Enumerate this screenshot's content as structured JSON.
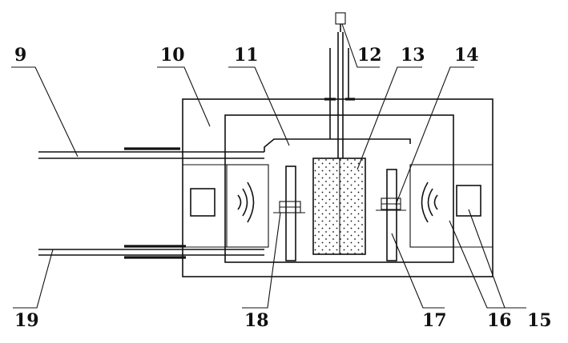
{
  "labels": {
    "l9": "9",
    "l10": "10",
    "l11": "11",
    "l12": "12",
    "l13": "13",
    "l14": "14",
    "l15": "15",
    "l16": "16",
    "l17": "17",
    "l18": "18",
    "l19": "19"
  }
}
